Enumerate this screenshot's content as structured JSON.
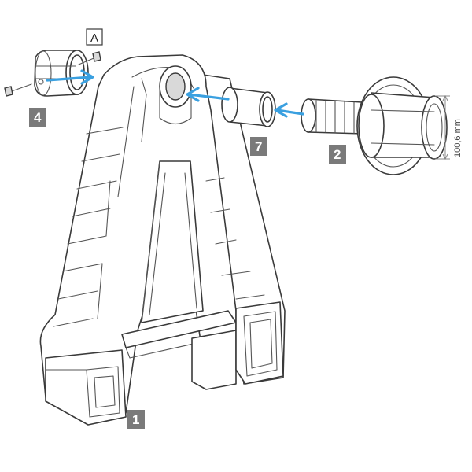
{
  "labels": {
    "detail": "A",
    "part_4": "4",
    "part_7": "7",
    "part_2": "2",
    "part_1": "1",
    "dimension": "100,6 mm"
  },
  "colors": {
    "arrow": "#3aa0e0",
    "tag": "#7a7a7a",
    "line": "#3a3a3a"
  },
  "icons": [
    "screw-icon",
    "arrow-right-icon"
  ]
}
